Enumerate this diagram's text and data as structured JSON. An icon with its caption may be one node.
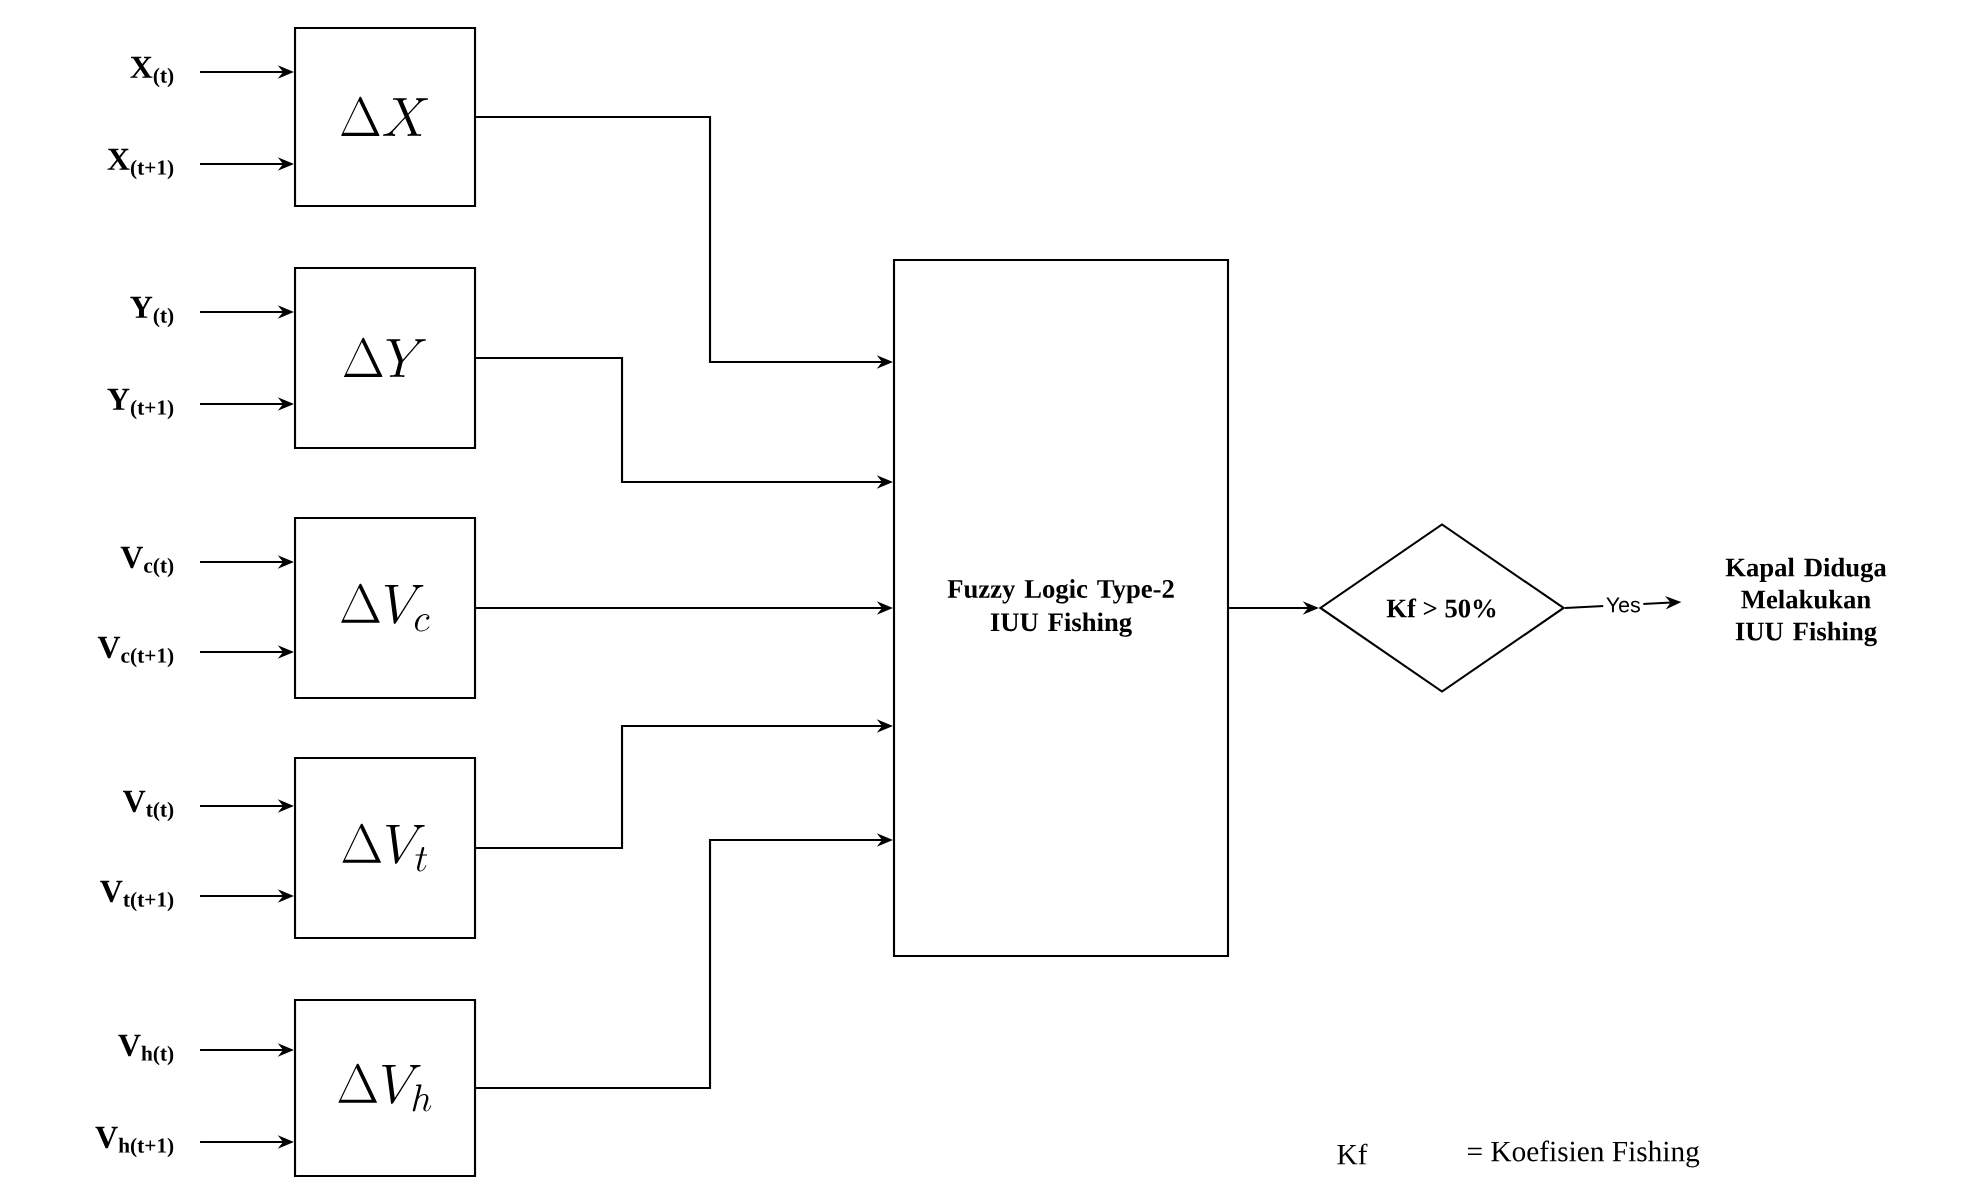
{
  "diagram": {
    "nodes": [
      {
        "text": [
          "X$_{(t)}$"
        ]
      },
      {
        "text": [
          "X$_{(t+1)}$"
        ]
      },
      {
        "text": [
          "\\Delta X"
        ]
      },
      {
        "text": [
          "Y$_{(t)}$"
        ]
      },
      {
        "text": [
          "Y$_{(t+1)}$"
        ]
      },
      {
        "text": [
          "\\Delta Y"
        ]
      },
      {
        "text": [
          "V$_{c(t)}$"
        ]
      },
      {
        "text": [
          "V$_{c(t+1)}$"
        ]
      },
      {
        "text": [
          "\\Delta V_c"
        ]
      },
      {
        "text": [
          "V$_{t(t)}$"
        ]
      },
      {
        "text": [
          "V$_{t(t+1)}$"
        ]
      },
      {
        "text": [
          "\\Delta V_t"
        ]
      },
      {
        "text": [
          "V$_{h(t)}$"
        ]
      },
      {
        "text": [
          "V$_{h(t+1)}$"
        ]
      },
      {
        "text": [
          "\\Delta V_h"
        ]
      },
      {
        "text": [
          "Fuzzy Logic Type-2 IUU Fishing"
        ]
      },
      {
        "text": [
          "Kf > 50%"
        ]
      },
      {
        "text": [
          "Kapal Diduga Melakukan IUU Fishing"
        ]
      }
    ],
    "edges": [
      {
        "from": 0,
        "to": 2,
        "arrow": "to"
      },
      {
        "from": 1,
        "to": 2,
        "arrow": "to"
      },
      {
        "from": 3,
        "to": 5,
        "arrow": "to"
      },
      {
        "from": 4,
        "to": 5,
        "arrow": "to"
      },
      {
        "from": 6,
        "to": 8,
        "arrow": "to"
      },
      {
        "from": 7,
        "to": 8,
        "arrow": "to"
      },
      {
        "from": 9,
        "to": 11,
        "arrow": "to"
      },
      {
        "from": 10,
        "to": 11,
        "arrow": "to"
      },
      {
        "from": 12,
        "to": 14,
        "arrow": "to"
      },
      {
        "from": 13,
        "to": 14,
        "arrow": "to"
      },
      {
        "from": 2,
        "to": 15,
        "arrow": "to"
      },
      {
        "from": 5,
        "to": 15,
        "arrow": "to"
      },
      {
        "from": 8,
        "to": 15,
        "arrow": "to"
      },
      {
        "from": 11,
        "to": 15,
        "arrow": "to"
      },
      {
        "from": 14,
        "to": 15,
        "arrow": "to"
      },
      {
        "from": 15,
        "to": 16,
        "arrow": "to"
      },
      {
        "from": 16,
        "to": 17,
        "label": "Yes",
        "arrow": "to"
      }
    ],
    "labels": [
      "Kf",
      "= Koefisien Fishing"
    ]
  }
}
